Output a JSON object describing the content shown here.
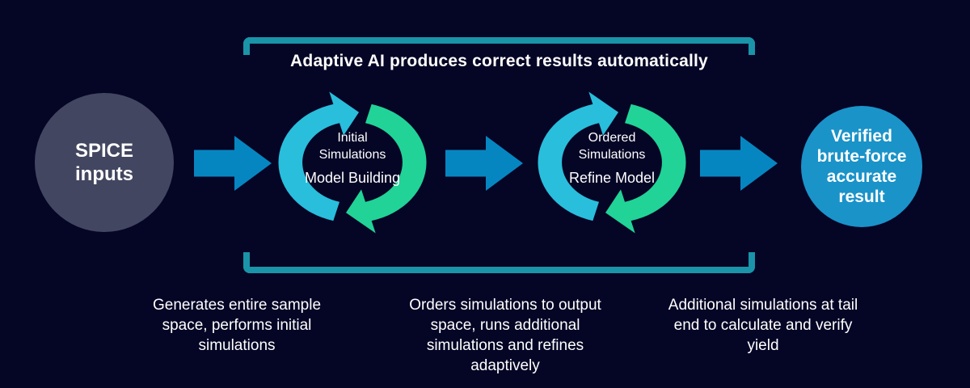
{
  "title": "Adaptive AI produces correct results automatically",
  "nodes": {
    "spice": {
      "lines": [
        "SPICE",
        "inputs"
      ]
    },
    "cycle1": {
      "top_lines": [
        "Initial",
        "Simulations"
      ],
      "bottom_line": "Model Building"
    },
    "cycle2": {
      "top_lines": [
        "Ordered",
        "Simulations"
      ],
      "bottom_line": "Refine Model"
    },
    "result": {
      "lines": [
        "Verified",
        "brute-force",
        "accurate",
        "result"
      ]
    }
  },
  "captions": [
    {
      "lines": [
        "Generates entire sample",
        "space, performs initial",
        "simulations"
      ]
    },
    {
      "lines": [
        "Orders simulations to output",
        "space, runs additional",
        "simulations and refines",
        "adaptively"
      ]
    },
    {
      "lines": [
        "Additional simulations at tail",
        "end to calculate and verify",
        "yield"
      ]
    }
  ],
  "icons": {
    "cycle": "cycle-arrows-icon",
    "arrow": "arrow-right-icon"
  },
  "colors": {
    "background": "#050526",
    "bracket": "#1a94a8",
    "arrow_blue": "#0686c1",
    "result_circle_blue": "#1a93c9",
    "spice_circle_gray": "#424660",
    "cycle_arc_cyan": "#29bedc",
    "cycle_arc_green": "#21d396",
    "text": "#ffffff"
  }
}
